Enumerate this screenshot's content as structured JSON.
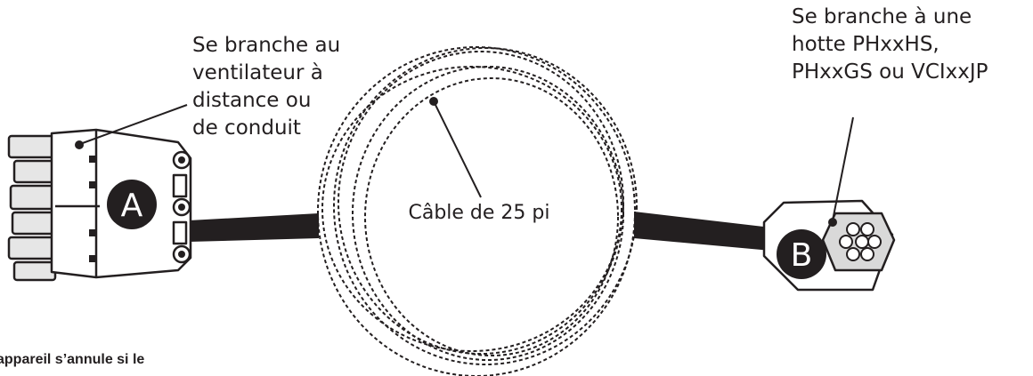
{
  "labels": {
    "connector_a": [
      "Se branche au",
      "ventilateur à",
      "distance ou",
      "de conduit"
    ],
    "connector_b": [
      "Se branche à une",
      "hotte PHxxHS,",
      "PHxxGS ou VCIxxJP"
    ],
    "cable": "Câble de 25 pi",
    "badge_a": "A",
    "badge_b": "B",
    "footnote": "appareil s’annule si le"
  },
  "colors": {
    "ink": "#231f20",
    "connector_fill": "#ffffff",
    "pin_fill": "#e6e6e6",
    "connector_b_face": "#d9d9d9",
    "badge_fill": "#231f20"
  },
  "icons": {
    "connector_a": "rectangular-multi-pin-plug",
    "connector_b": "hexagonal-round-pin-plug"
  }
}
